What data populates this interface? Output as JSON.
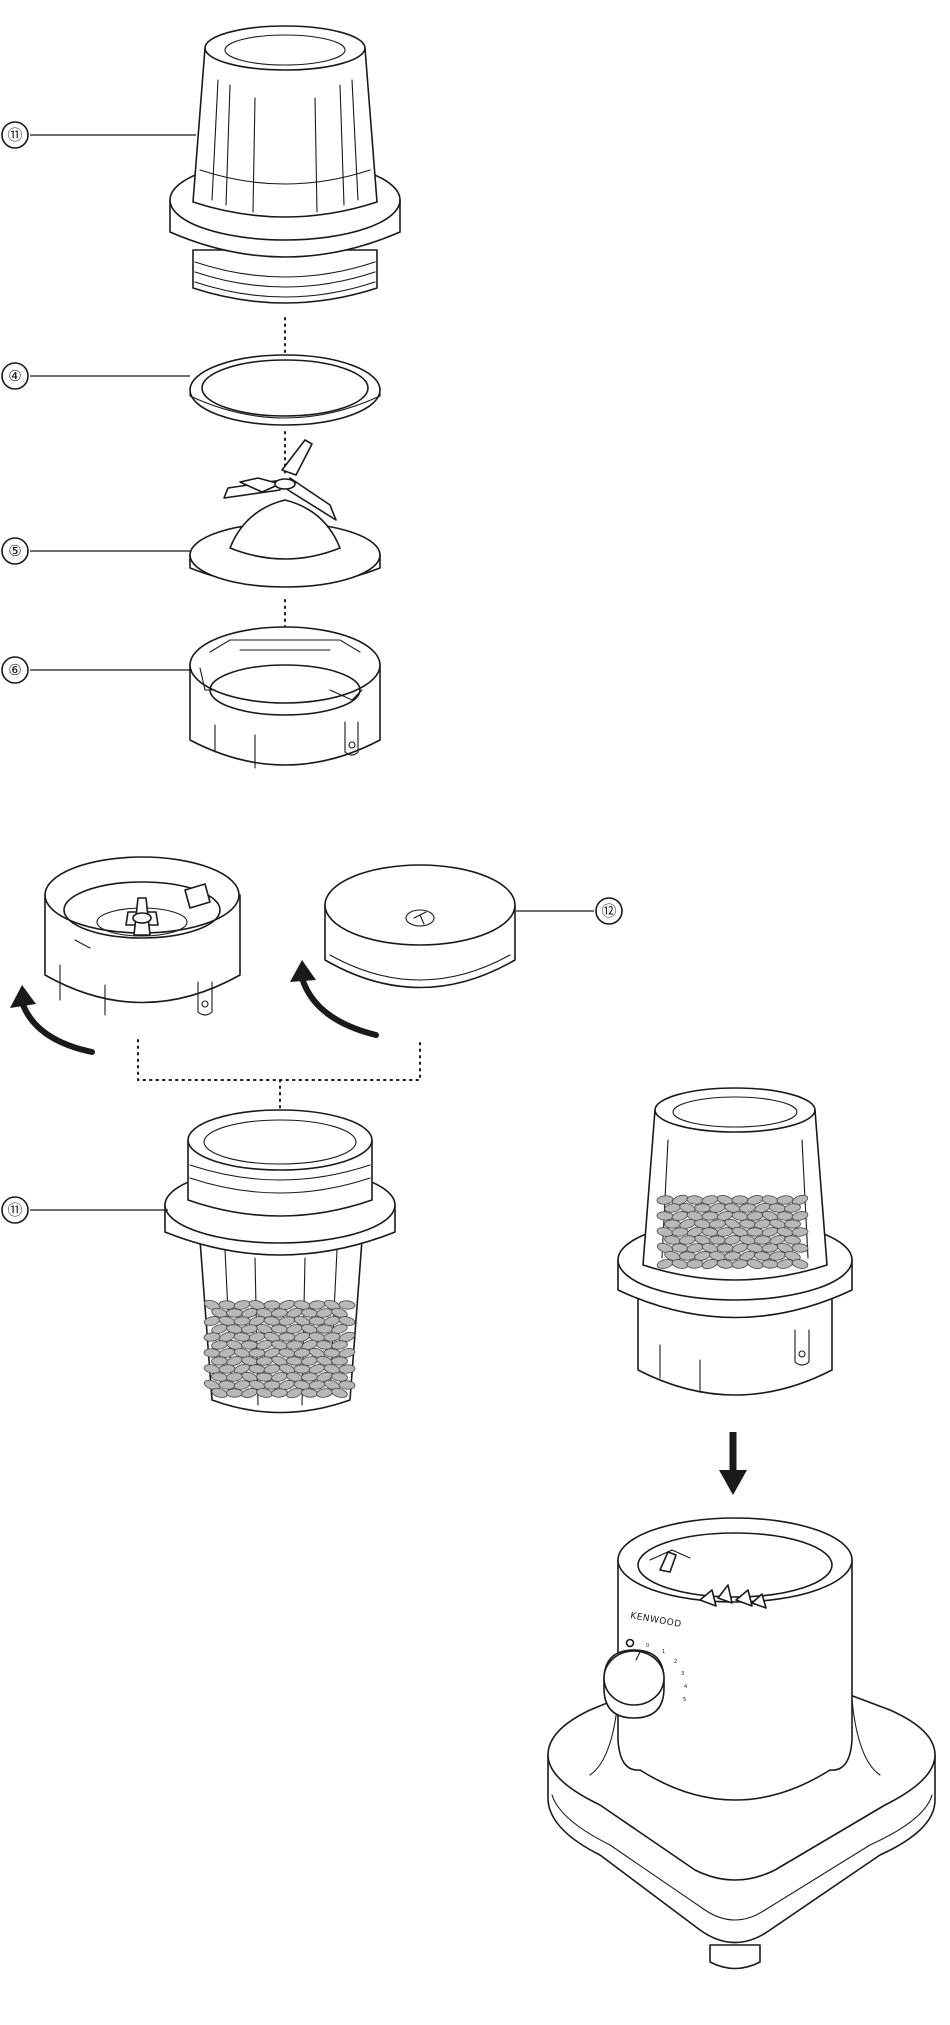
{
  "callouts": {
    "jar_top": "⑪",
    "seal_ring": "④",
    "blade": "⑤",
    "blade_holder": "⑥",
    "lid": "⑫",
    "jar_bottom": "⑪"
  },
  "base": {
    "brand": "KENWOOD",
    "dial_marks": [
      "0",
      "1",
      "2",
      "3",
      "4",
      "5"
    ]
  }
}
